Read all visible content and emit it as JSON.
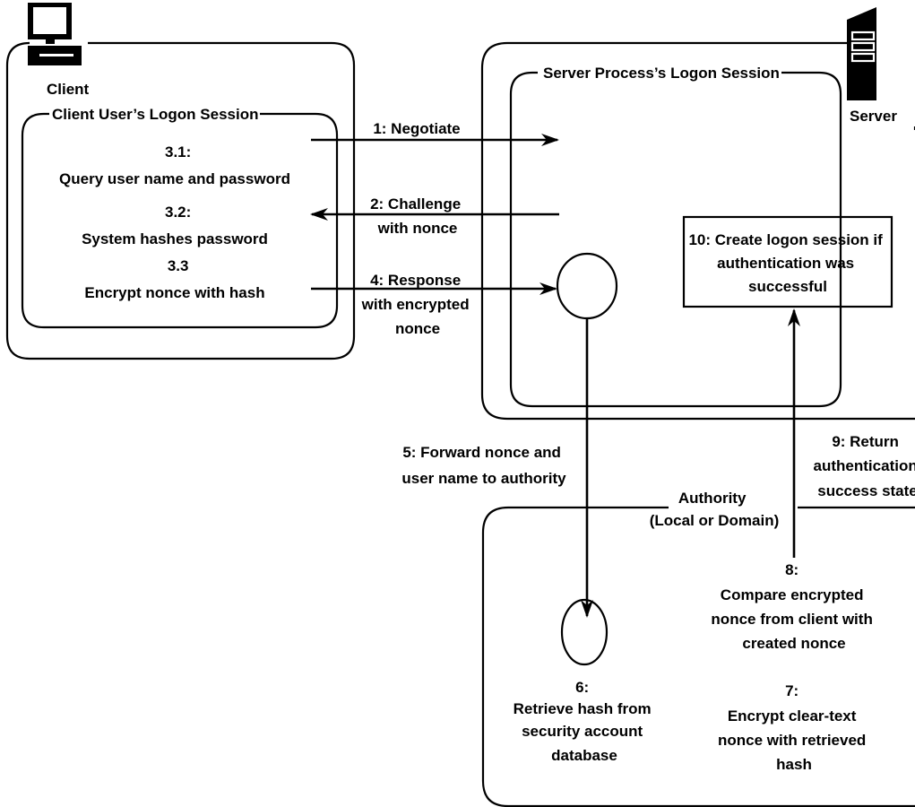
{
  "nodes": {
    "client": {
      "label": "Client"
    },
    "server": {
      "label": "Server"
    },
    "client_session": {
      "title": "Client User’s Logon Session"
    },
    "server_session": {
      "title": "Server Process’s Logon Session"
    },
    "authority": {
      "title_lines": [
        "Authority",
        "(Local or Domain)"
      ]
    }
  },
  "client_steps": [
    {
      "lines": [
        "3.1:",
        "Query user name and password"
      ]
    },
    {
      "lines": [
        "3.2:",
        "System hashes password"
      ]
    },
    {
      "lines": [
        "3.3",
        "Encrypt nonce with hash"
      ]
    }
  ],
  "messages": [
    {
      "lines": [
        "1: Negotiate"
      ]
    },
    {
      "lines": [
        "2: Challenge",
        "with nonce"
      ]
    },
    {
      "lines": [
        "4: Response",
        "with encrypted",
        "nonce"
      ]
    },
    {
      "lines": [
        "5: Forward nonce and",
        "user name to authority"
      ]
    },
    {
      "lines": [
        "9: Return",
        "authentication",
        "success state"
      ]
    }
  ],
  "server_steps": [
    {
      "lines": [
        "10: Create logon session if",
        "authentication was",
        "successful"
      ]
    }
  ],
  "authority_steps": [
    {
      "lines": [
        "6:",
        "Retrieve hash from",
        "security account",
        "database"
      ]
    },
    {
      "lines": [
        "8:",
        "Compare encrypted",
        "nonce from client with",
        "created nonce"
      ]
    },
    {
      "lines": [
        "7:",
        "Encrypt clear-text",
        "nonce with retrieved",
        "hash"
      ]
    }
  ]
}
